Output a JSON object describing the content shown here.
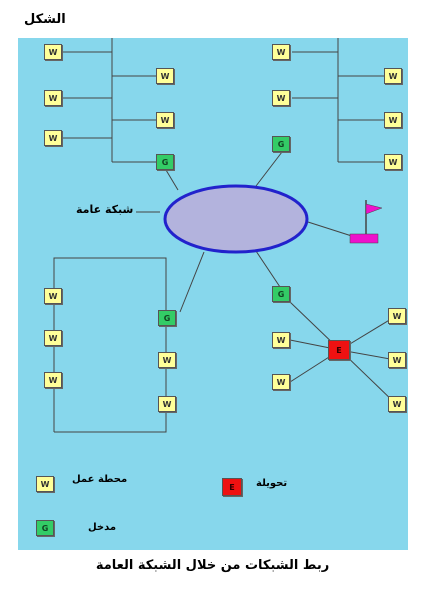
{
  "figure_label": "الشكل",
  "cloud_label": "شبكة عامة",
  "caption": "ربط الشبكات من خلال الشبكة العامة",
  "node_letters": {
    "workstation": "W",
    "gateway": "G",
    "switch": "E"
  },
  "legend": {
    "workstation": "محطة عمل",
    "gateway": "مدخل",
    "switch": "تحويلة"
  },
  "colors": {
    "panel": "#87d7ec",
    "cloud_fill": "#b3b3dd",
    "cloud_stroke": "#2222cc",
    "workstation": "#ffff99",
    "gateway": "#33cc66",
    "switch": "#ee1111",
    "flag": "#ee11cc"
  }
}
